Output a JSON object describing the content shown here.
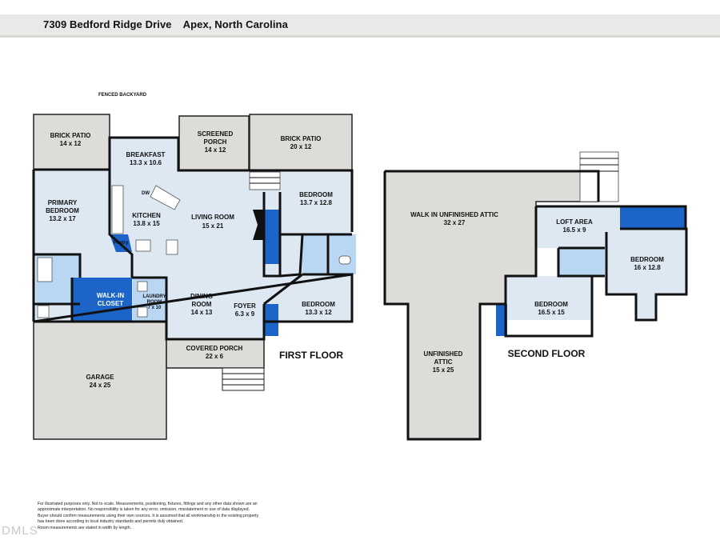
{
  "header": {
    "address": "7309 Bedford Ridge Drive",
    "location": "Apex, North Carolina"
  },
  "labels": {
    "fenced_backyard": "FENCED BACKYARD",
    "first_floor": "FIRST FLOOR",
    "second_floor": "SECOND FLOOR"
  },
  "rooms": {
    "brick_patio_left": {
      "name": "BRICK PATIO",
      "size": "14 x 12"
    },
    "breakfast": {
      "name": "BREAKFAST",
      "size": "13.3 x 10.6"
    },
    "screened_porch": {
      "name1": "SCREENED",
      "name2": "PORCH",
      "size": "14 x 12"
    },
    "brick_patio_right": {
      "name": "BRICK PATIO",
      "size": "20 x 12"
    },
    "primary_bedroom": {
      "name1": "PRIMARY",
      "name2": "BEDROOM",
      "size": "13.2 x 17"
    },
    "kitchen": {
      "name": "KITCHEN",
      "size": "13.8 x 15"
    },
    "dw": "DW",
    "pantry": "Pantry",
    "living_room": {
      "name": "LIVING ROOM",
      "size": "15 x 21"
    },
    "bedroom_1": {
      "name": "BEDROOM",
      "size": "13.7 x 12.8"
    },
    "walk_in_closet": {
      "name1": "WALK-IN",
      "name2": "CLOSET"
    },
    "laundry": {
      "name1": "LAUNDRY",
      "name2": "ROOM",
      "size": "7 x 10"
    },
    "dining_room": {
      "name": "DINING",
      "name2": "ROOM",
      "size": "14 x 13"
    },
    "foyer": {
      "name": "FOYER",
      "size": "6.3 x 9"
    },
    "bedroom_2": {
      "name": "BEDROOM",
      "size": "13.3 x 12"
    },
    "covered_porch": {
      "name": "COVERED PORCH",
      "size": "22 x 6"
    },
    "garage": {
      "name": "GARAGE",
      "size": "24 x 25"
    },
    "attic_walk_in": {
      "name": "WALK IN UNFINISHED ATTIC",
      "size": "32 x 27"
    },
    "attic_unfinished": {
      "name1": "UNFINISHED",
      "name2": "ATTIC",
      "size": "15 x 25"
    },
    "loft": {
      "name": "LOFT AREA",
      "size": "16.5 x 9"
    },
    "bedroom_3": {
      "name": "BEDROOM",
      "size": "16 x 12.8"
    },
    "bedroom_4": {
      "name": "BEDROOM",
      "size": "16.5 x 15"
    }
  },
  "disclaimer": [
    "For illustrated purposes only. Not to scale. Measurements, positioning, fixtures, fittings and any other data shown are an",
    "approximate interpretation. No responsibility is taken for any error, omission, misstatement or use of data displayed.",
    "Buyer should confirm measurements using their own sources. It is assumed that all workmanship in the existing property",
    "has been done according to local industry standards and permits duly obtained.",
    "Room measurements are stated in width by length."
  ],
  "logo_text": "DMLS",
  "colors": {
    "floor": "#dde8f3",
    "closet_blue": "#1c64c8",
    "bath_blue": "#b9d6f2",
    "exterior_grey": "#dedcd8",
    "header_bg": "#e9e9e7"
  }
}
